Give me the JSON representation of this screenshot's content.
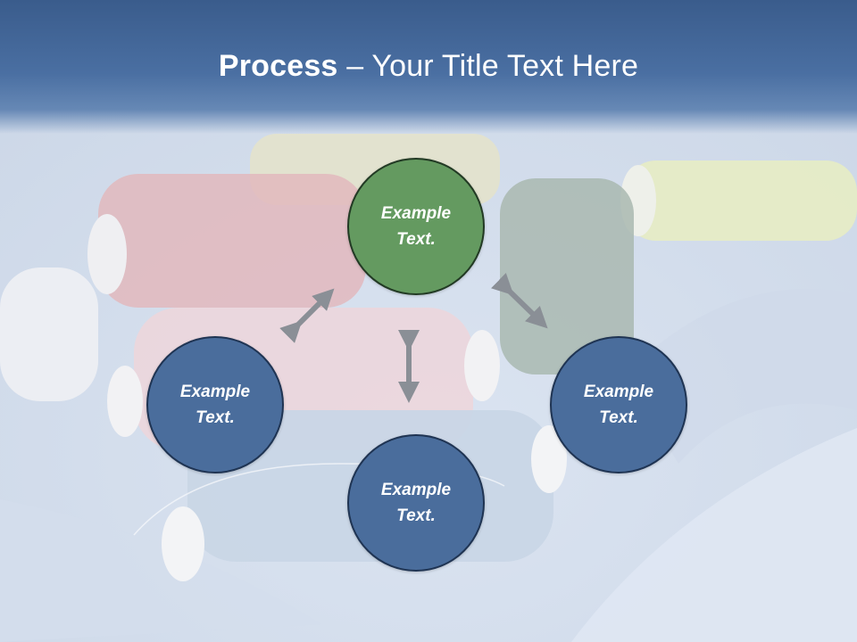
{
  "slide": {
    "title_bold": "Process",
    "title_rest": " – Your Title Text Here"
  },
  "process": {
    "nodes": [
      {
        "id": "top",
        "label": "Example Text.",
        "color": "#649a60"
      },
      {
        "id": "left",
        "label": "Example Text.",
        "color": "#4a6d9c"
      },
      {
        "id": "bottom",
        "label": "Example Text.",
        "color": "#4a6d9c"
      },
      {
        "id": "right",
        "label": "Example Text.",
        "color": "#4a6d9c"
      }
    ],
    "arrow_color": "#8a8f96"
  },
  "background": {
    "subject": "spools-of-thread-on-fabric",
    "header_color": "#3f6496"
  }
}
